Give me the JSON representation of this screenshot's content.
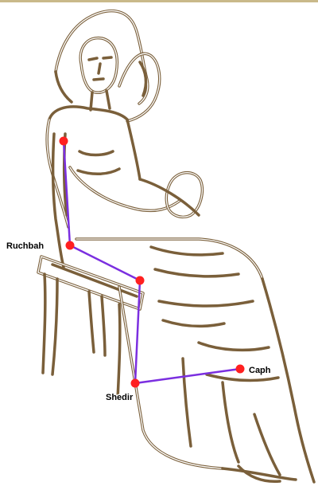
{
  "colors": {
    "outline": "#7a5f3a",
    "star": "#ff2020",
    "constellation_line": "#7b2fe0",
    "top_border": "#c9b98a"
  },
  "figure": {
    "subject": "seated-woman-outline-icon"
  },
  "stars": [
    {
      "id": "upper",
      "label": ""
    },
    {
      "id": "ruchbah",
      "label": "Ruchbah"
    },
    {
      "id": "middle",
      "label": ""
    },
    {
      "id": "shedir",
      "label": "Shedir"
    },
    {
      "id": "caph",
      "label": "Caph"
    }
  ]
}
